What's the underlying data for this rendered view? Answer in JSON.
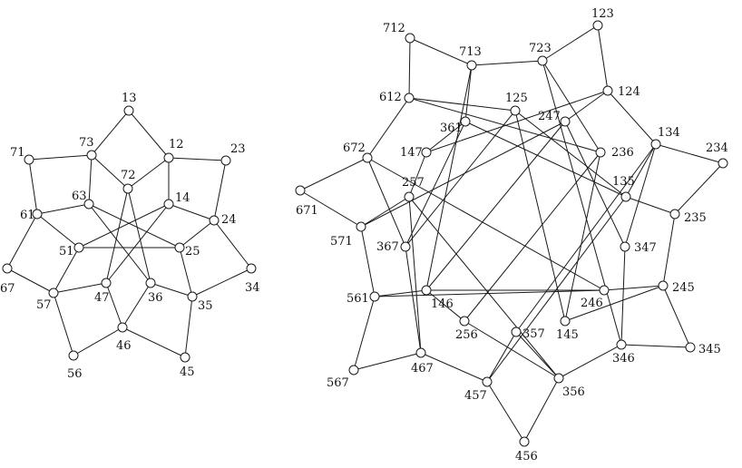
{
  "colors": {
    "background": "#ffffff",
    "line": "#1a1a1a",
    "text": "#111111"
  },
  "graphs": [
    {
      "id": "left-graph",
      "vertices": [
        "13",
        "12",
        "23",
        "24",
        "34",
        "35",
        "45",
        "46",
        "56",
        "57",
        "67",
        "61",
        "71",
        "73",
        "72",
        "14",
        "25",
        "36",
        "47",
        "51",
        "63"
      ],
      "edges": [
        [
          "13",
          "73"
        ],
        [
          "13",
          "12"
        ],
        [
          "73",
          "71"
        ],
        [
          "71",
          "61"
        ],
        [
          "61",
          "67"
        ],
        [
          "67",
          "57"
        ],
        [
          "57",
          "56"
        ],
        [
          "56",
          "46"
        ],
        [
          "46",
          "45"
        ],
        [
          "45",
          "35"
        ],
        [
          "35",
          "34"
        ],
        [
          "34",
          "24"
        ],
        [
          "24",
          "23"
        ],
        [
          "23",
          "12"
        ],
        [
          "73",
          "72"
        ],
        [
          "12",
          "72"
        ],
        [
          "61",
          "63"
        ],
        [
          "61",
          "51"
        ],
        [
          "57",
          "51"
        ],
        [
          "57",
          "47"
        ],
        [
          "46",
          "47"
        ],
        [
          "46",
          "36"
        ],
        [
          "35",
          "36"
        ],
        [
          "35",
          "25"
        ],
        [
          "24",
          "25"
        ],
        [
          "24",
          "14"
        ],
        [
          "12",
          "14"
        ],
        [
          "73",
          "63"
        ],
        [
          "72",
          "47"
        ],
        [
          "72",
          "36"
        ],
        [
          "63",
          "36"
        ],
        [
          "63",
          "25"
        ],
        [
          "51",
          "25"
        ],
        [
          "51",
          "14"
        ],
        [
          "14",
          "47"
        ]
      ]
    },
    {
      "id": "right-graph",
      "vertices": [
        "123",
        "124",
        "134",
        "234",
        "235",
        "245",
        "345",
        "346",
        "356",
        "456",
        "457",
        "467",
        "567",
        "561",
        "571",
        "671",
        "672",
        "612",
        "712",
        "713",
        "723",
        "125",
        "247",
        "236",
        "135",
        "347",
        "246",
        "145",
        "357",
        "256",
        "146",
        "367",
        "257",
        "147",
        "361"
      ],
      "edges": [
        [
          "712",
          "713"
        ],
        [
          "712",
          "612"
        ],
        [
          "713",
          "723"
        ],
        [
          "723",
          "123"
        ],
        [
          "123",
          "124"
        ],
        [
          "124",
          "134"
        ],
        [
          "134",
          "234"
        ],
        [
          "234",
          "235"
        ],
        [
          "235",
          "245"
        ],
        [
          "245",
          "345"
        ],
        [
          "345",
          "346"
        ],
        [
          "346",
          "356"
        ],
        [
          "356",
          "456"
        ],
        [
          "456",
          "457"
        ],
        [
          "457",
          "467"
        ],
        [
          "467",
          "567"
        ],
        [
          "567",
          "561"
        ],
        [
          "561",
          "571"
        ],
        [
          "571",
          "671"
        ],
        [
          "671",
          "672"
        ],
        [
          "672",
          "612"
        ],
        [
          "612",
          "125"
        ],
        [
          "612",
          "236"
        ],
        [
          "124",
          "247"
        ],
        [
          "124",
          "147"
        ],
        [
          "135",
          "134"
        ],
        [
          "135",
          "235"
        ],
        [
          "245",
          "246"
        ],
        [
          "245",
          "145"
        ],
        [
          "356",
          "357"
        ],
        [
          "356",
          "256"
        ],
        [
          "457",
          "357"
        ],
        [
          "457",
          "135"
        ],
        [
          "467",
          "367"
        ],
        [
          "467",
          "257"
        ],
        [
          "561",
          "146"
        ],
        [
          "561",
          "246"
        ],
        [
          "571",
          "257"
        ],
        [
          "571",
          "247"
        ],
        [
          "672",
          "367"
        ],
        [
          "672",
          "246"
        ],
        [
          "713",
          "361"
        ],
        [
          "713",
          "146"
        ],
        [
          "723",
          "236"
        ],
        [
          "723",
          "346"
        ],
        [
          "134",
          "347"
        ],
        [
          "134",
          "357"
        ],
        [
          "346",
          "347"
        ],
        [
          "147",
          "361"
        ],
        [
          "146",
          "256"
        ],
        [
          "257",
          "147"
        ],
        [
          "145",
          "125"
        ],
        [
          "367",
          "125"
        ],
        [
          "135",
          "361"
        ],
        [
          "145",
          "236"
        ],
        [
          "257",
          "356"
        ],
        [
          "247",
          "347"
        ],
        [
          "247",
          "146"
        ],
        [
          "146",
          "246"
        ],
        [
          "236",
          "256"
        ],
        [
          "125",
          "135"
        ],
        [
          "361",
          "367"
        ]
      ]
    }
  ]
}
